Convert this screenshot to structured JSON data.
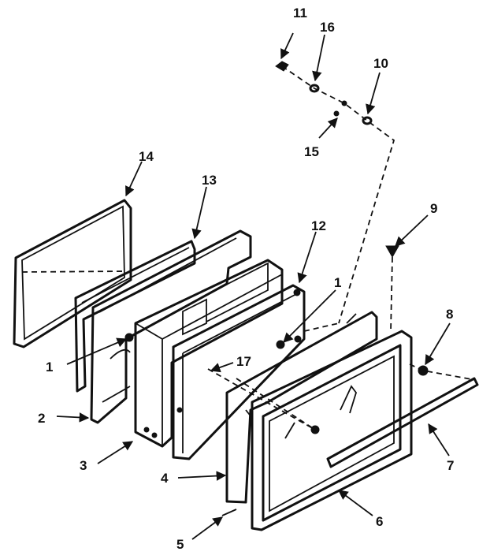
{
  "callouts": {
    "c11": "11",
    "c16": "16",
    "c10": "10",
    "c15": "15",
    "c14": "14",
    "c13": "13",
    "c12": "12",
    "c9": "9",
    "c1a": "1",
    "c1b": "1",
    "c17": "17",
    "c8": "8",
    "c2": "2",
    "c3": "3",
    "c4": "4",
    "c7": "7",
    "c6": "6",
    "c5": "5"
  }
}
